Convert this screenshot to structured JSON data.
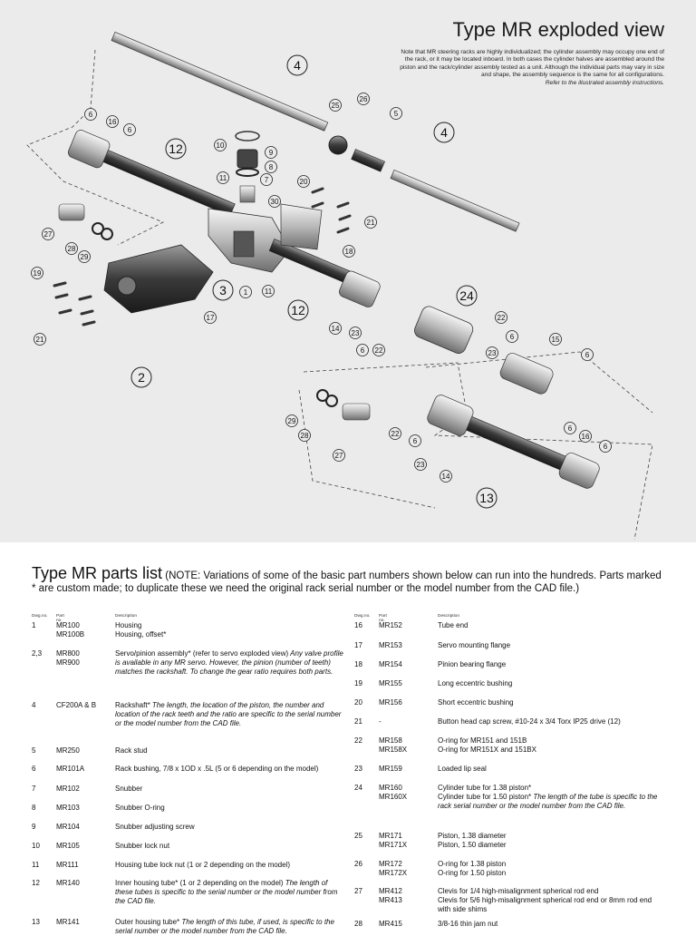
{
  "diagram": {
    "title": "Type MR exploded view",
    "note": "Note that MR steering racks are highly individualized; the cylinder assembly may occupy one end of the rack, or it may be located inboard. In both cases the cylinder halves are assembled around the piston and the rack/cylinder assembly tested as a unit. Although the individual parts may vary in size and shape, the assembly sequence is the same for all configurations.",
    "note_italic": "Refer to the illustrated assembly instructions.",
    "callouts": [
      "4",
      "26",
      "25",
      "5",
      "6",
      "16",
      "6",
      "10",
      "9",
      "12",
      "8",
      "7",
      "20",
      "4",
      "11",
      "21",
      "30",
      "18",
      "27",
      "28",
      "29",
      "19",
      "3",
      "1",
      "11",
      "24",
      "17",
      "12",
      "14",
      "23",
      "6",
      "22",
      "22",
      "6",
      "23",
      "15",
      "6",
      "21",
      "2",
      "29",
      "28",
      "27",
      "22",
      "6",
      "23",
      "14",
      "6",
      "16",
      "6",
      "13"
    ]
  },
  "parts": {
    "title": "Type MR parts list",
    "note": "(NOTE: Variations of some of the basic part numbers shown below can run into the hundreds. Parts marked * are custom made; to duplicate these we need the original rack serial number or the model number from the CAD file.)",
    "headers": {
      "dwg": "Dwg.no.",
      "part": "Part no.",
      "desc": "Description"
    },
    "left_rows": [
      {
        "no": "1",
        "part": "MR100\nMR100B",
        "desc": "Housing\nHousing, offset*"
      },
      {
        "no": "2,3",
        "part": "MR800\nMR900",
        "desc": "Servo/pinion assembly* (refer to servo exploded view)",
        "desc_italic": "Any valve profile is available in any MR servo. However, the pinion (number of teeth) matches the rackshaft. To change the gear ratio requires both parts."
      },
      {
        "no": "4",
        "part": "CF200A & B",
        "desc": "Rackshaft*",
        "desc_italic": "The length, the location of the piston, the number and location of the rack teeth and the ratio are specific to the serial number or the model number from the CAD file."
      },
      {
        "no": "5",
        "part": "MR250",
        "desc": "Rack stud"
      },
      {
        "no": "6",
        "part": "MR101A",
        "desc": "Rack bushing, 7/8 x 1OD x .5L (5 or 6 depending on the model)"
      },
      {
        "no": "7",
        "part": "MR102",
        "desc": "Snubber"
      },
      {
        "no": "8",
        "part": "MR103",
        "desc": "Snubber O-ring"
      },
      {
        "no": "9",
        "part": "MR104",
        "desc": "Snubber adjusting screw"
      },
      {
        "no": "10",
        "part": "MR105",
        "desc": "Snubber lock nut"
      },
      {
        "no": "11",
        "part": "MR111",
        "desc": "Housing tube lock nut (1 or 2 depending on the model)"
      },
      {
        "no": "12",
        "part": "MR140",
        "desc": "Inner housing tube* (1 or 2 depending on the model)",
        "desc_italic": "The length of these tubes is specific to the serial number or the model number from the CAD file."
      },
      {
        "no": "13",
        "part": "MR141",
        "desc": "Outer housing tube*",
        "desc_italic": "The length of this tube, if used, is specific to the serial number or the model number from the CAD file."
      }
    ],
    "right_rows": [
      {
        "no": "16",
        "part": "MR152",
        "desc": "Tube end"
      },
      {
        "no": "17",
        "part": "MR153",
        "desc": "Servo mounting flange"
      },
      {
        "no": "18",
        "part": "MR154",
        "desc": "Pinion bearing flange"
      },
      {
        "no": "19",
        "part": "MR155",
        "desc": "Long eccentric bushing"
      },
      {
        "no": "20",
        "part": "MR156",
        "desc": "Short eccentric bushing"
      },
      {
        "no": "21",
        "part": "-",
        "desc": "Button head cap screw, #10-24 x 3/4 Torx IP25 drive (12)"
      },
      {
        "no": "22",
        "part": "MR158\nMR158X",
        "desc": "O-ring for MR151 and 151B\nO-ring for MR151X and 151BX"
      },
      {
        "no": "23",
        "part": "MR159",
        "desc": "Loaded lip seal"
      },
      {
        "no": "24",
        "part": "MR160\nMR160X",
        "desc": "Cylinder tube for 1.38 piston*\nCylinder tube for 1.50 piston*",
        "desc_italic": "The length of the tube is specific to the rack serial number or the model number from the CAD file."
      },
      {
        "no": "25",
        "part": "MR171\nMR171X",
        "desc": "Piston, 1.38 diameter\nPiston, 1.50 diameter"
      },
      {
        "no": "26",
        "part": "MR172\nMR172X",
        "desc": "O-ring for 1.38 piston\nO-ring for 1.50 piston"
      },
      {
        "no": "27",
        "part": "MR412\nMR413",
        "desc": "Clevis for 1/4 high-misalignment spherical rod end\nClevis for 5/6 high-misalignment spherical rod end or 8mm rod end with side shims"
      },
      {
        "no": "28",
        "part": "MR415",
        "desc": "3/8-16 thin jam nut"
      }
    ]
  }
}
